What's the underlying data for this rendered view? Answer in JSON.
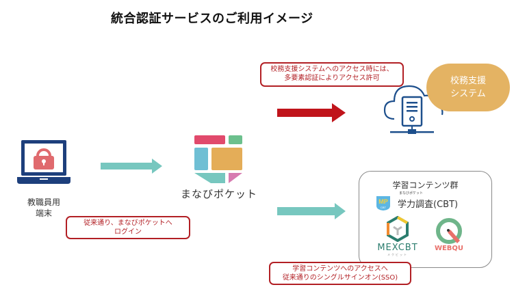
{
  "title": "統合認証サービスのご利用イメージ",
  "terminal": {
    "icon": "laptop-lock-icon",
    "label_line1": "教職員用",
    "label_line2": "端末"
  },
  "portal": {
    "icon": "manabi-pocket-logo",
    "name": "まなびポケット"
  },
  "school_system": {
    "icon": "cloud-server-icon",
    "label_line1": "校務支援",
    "label_line2": "システム"
  },
  "content_group": {
    "title": "学習コンテンツ群",
    "items": [
      {
        "icon": "mp-cbt-logo",
        "ruby": "まなびポケット",
        "label": "学力調査(CBT)"
      },
      {
        "icon": "mexcbt-logo",
        "label": "MEXCBT",
        "sub": "メクビット"
      },
      {
        "icon": "webqu-logo",
        "label": "WEBQU"
      }
    ]
  },
  "callouts": {
    "mfa_line1": "校務支援システムへのアクセス時には、",
    "mfa_line2": "多要素認証によりアクセス許可",
    "login_line1": "従来通り、まなびポケットへ",
    "login_line2": "ログイン",
    "sso_line1": "学習コンテンツへのアクセスへ",
    "sso_line2": "従来通りのシングルサインオン(SSO)"
  },
  "colors": {
    "teal_arrow": "#77c7bf",
    "red_arrow": "#c0141b",
    "callout_border": "#b21f24",
    "oval": "#e4b363",
    "navy": "#1d3f7c"
  }
}
